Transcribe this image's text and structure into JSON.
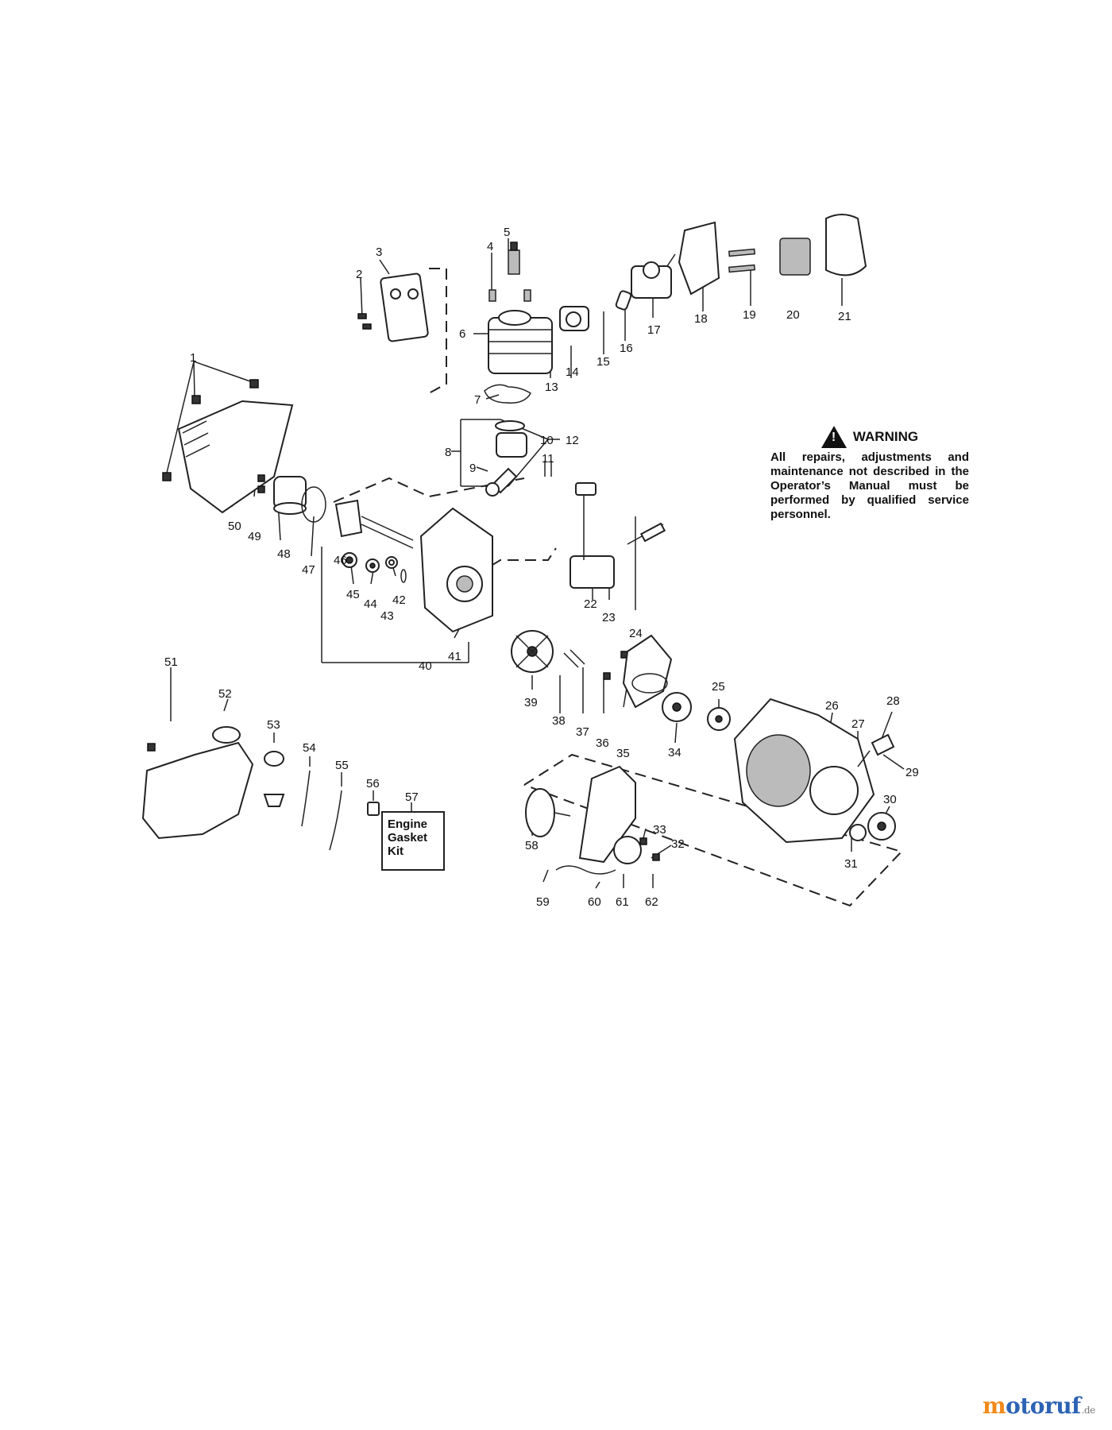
{
  "labels": [
    "1",
    "2",
    "3",
    "4",
    "5",
    "6",
    "7",
    "8",
    "9",
    "10",
    "11",
    "12",
    "13",
    "14",
    "15",
    "16",
    "17",
    "18",
    "19",
    "20",
    "21",
    "22",
    "23",
    "24",
    "25",
    "26",
    "27",
    "28",
    "29",
    "30",
    "31",
    "32",
    "33",
    "34",
    "35",
    "36",
    "37",
    "38",
    "39",
    "40",
    "41",
    "42",
    "43",
    "44",
    "45",
    "46",
    "47",
    "48",
    "49",
    "50",
    "51",
    "52",
    "53",
    "54",
    "55",
    "56",
    "57",
    "58",
    "59",
    "60",
    "61",
    "62"
  ],
  "warning": {
    "title": "WARNING",
    "icon": "warning-triangle-icon",
    "text": "All repairs, adjustments and maintenance not described in the Operator’s Manual must be performed by qualified service personnel."
  },
  "kit": {
    "line1": "Engine",
    "line2": "Gasket",
    "line3": "Kit"
  },
  "watermark": {
    "text_m": "m",
    "text_o": "o",
    "text_rest": "toruf",
    "suffix": ".de",
    "colors": {
      "orange": "#f28a1b",
      "blue": "#2d63b4"
    }
  }
}
